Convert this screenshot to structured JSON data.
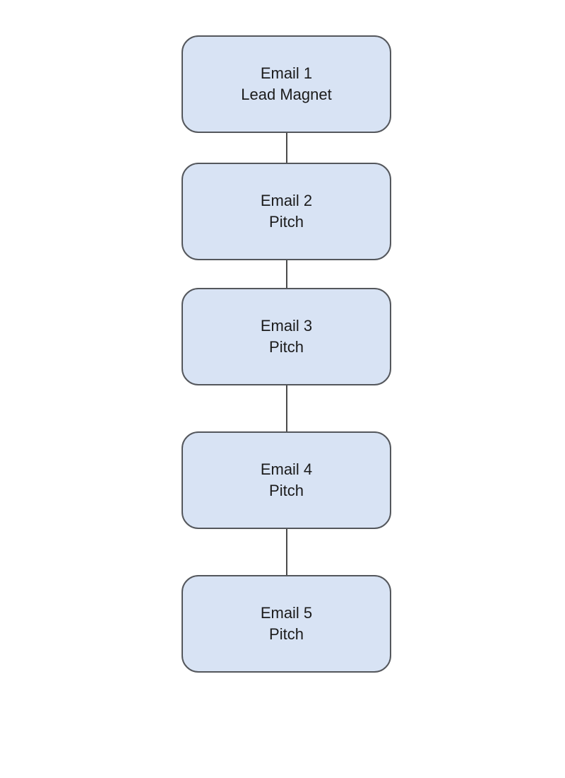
{
  "theme": {
    "background": "#ffffff",
    "node_fill": "#d8e3f4",
    "node_border": "#54575c",
    "connector": "#4a4a4a",
    "text": "#1b1b1b"
  },
  "diagram": {
    "type": "flowchart",
    "direction": "top-to-bottom",
    "nodes": [
      {
        "title": "Email 1",
        "subtitle": "Lead Magnet"
      },
      {
        "title": "Email 2",
        "subtitle": "Pitch"
      },
      {
        "title": "Email 3",
        "subtitle": "Pitch"
      },
      {
        "title": "Email 4",
        "subtitle": "Pitch"
      },
      {
        "title": "Email 5",
        "subtitle": "Pitch"
      }
    ],
    "connections": [
      {
        "from": "Email 1",
        "to": "Email 2"
      },
      {
        "from": "Email 2",
        "to": "Email 3"
      },
      {
        "from": "Email 3",
        "to": "Email 4"
      },
      {
        "from": "Email 4",
        "to": "Email 5"
      }
    ]
  }
}
